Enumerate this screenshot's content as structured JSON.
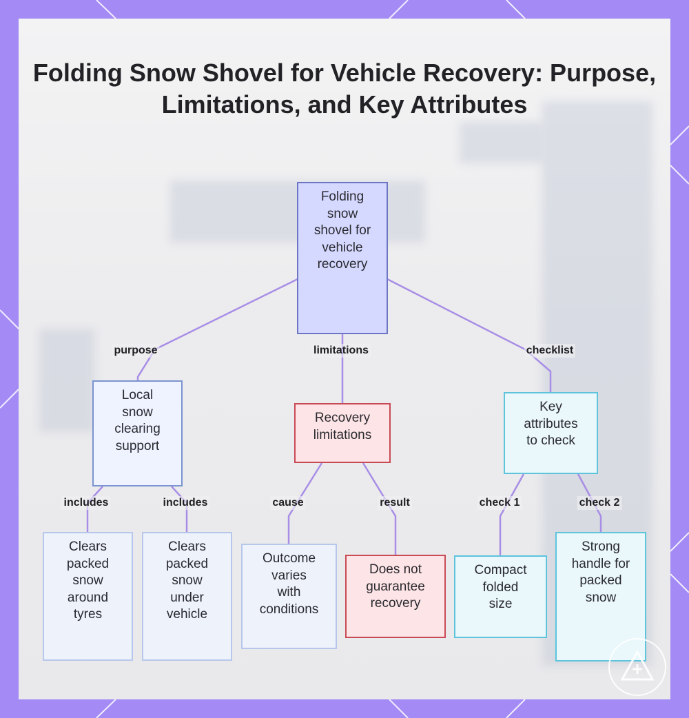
{
  "title": "Folding Snow Shovel for Vehicle Recovery: Purpose, Limitations, and Key Attributes",
  "nodes": {
    "root": [
      "Folding",
      "snow",
      "shovel for",
      "vehicle",
      "recovery"
    ],
    "purpose": [
      "Local",
      "snow",
      "clearing",
      "support"
    ],
    "limitations": [
      "Recovery",
      "limitations"
    ],
    "checklist": [
      "Key",
      "attributes",
      "to check"
    ],
    "tyres": [
      "Clears",
      "packed",
      "snow",
      "around",
      "tyres"
    ],
    "under": [
      "Clears",
      "packed",
      "snow",
      "under",
      "vehicle"
    ],
    "outcome": [
      "Outcome",
      "varies",
      "with",
      "conditions"
    ],
    "guarantee": [
      "Does not",
      "guarantee",
      "recovery"
    ],
    "compact": [
      "Compact",
      "folded",
      "size"
    ],
    "handle": [
      "Strong",
      "handle for",
      "packed",
      "snow"
    ]
  },
  "edges": {
    "purpose": "purpose",
    "limitations": "limitations",
    "checklist": "checklist",
    "includes_1": "includes",
    "includes_2": "includes",
    "cause": "cause",
    "result": "result",
    "check_1": "check 1",
    "check_2": "check 2"
  },
  "colors": {
    "frame": "#a38af5",
    "connector": "#a88de6",
    "root_fill": "#d6d9ff",
    "red_border": "#c84a55",
    "cyan_border": "#5dc4dc"
  }
}
